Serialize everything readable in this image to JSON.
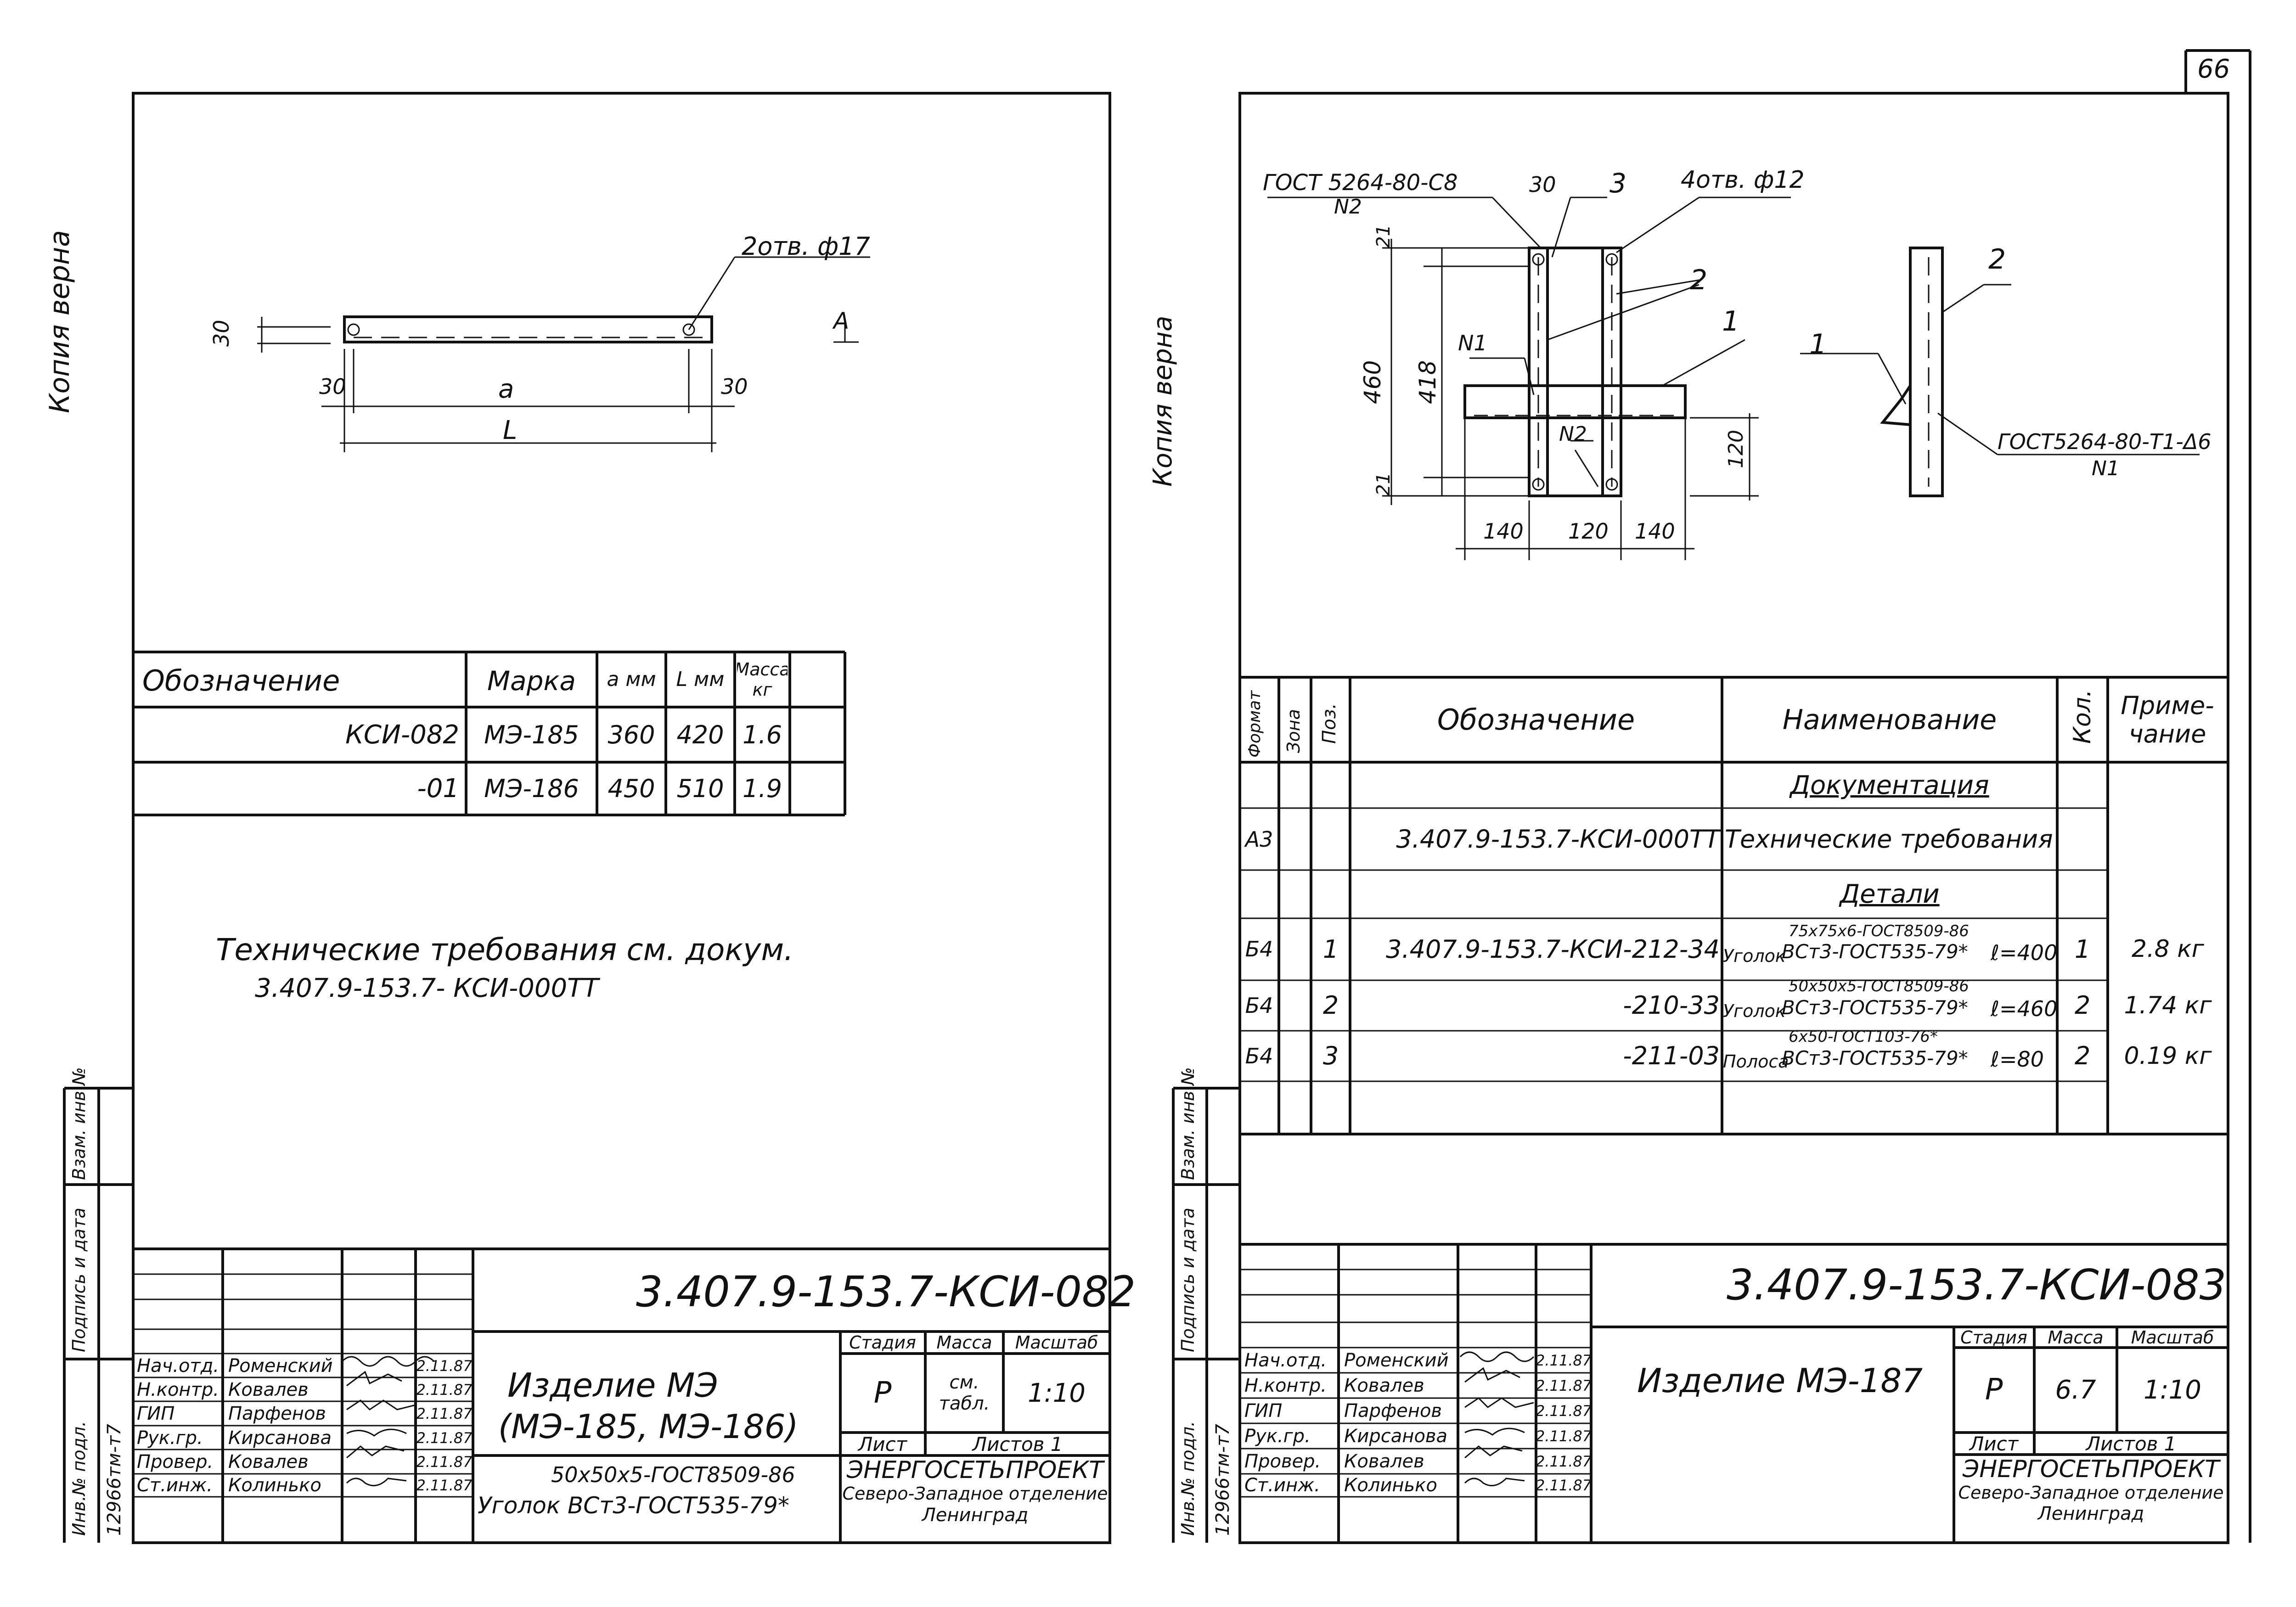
{
  "page_number": "66",
  "left_sheet": {
    "side_stamp": "Копия верна",
    "drawing": {
      "holes_label": "2отв. ф17",
      "dim_height": "30",
      "dim_left_edge": "30",
      "dim_a": "a",
      "dim_right_edge": "30",
      "dim_L": "L",
      "view_mark": "А"
    },
    "table": {
      "headers": [
        "Обозначение",
        "Марка",
        "a мм",
        "L мм",
        "Масса кг"
      ],
      "rows": [
        [
          "КСИ-082",
          "МЭ-185",
          "360",
          "420",
          "1.6"
        ],
        [
          "-01",
          "МЭ-186",
          "450",
          "510",
          "1.9"
        ]
      ]
    },
    "note_line1": "Технические требования см. докум.",
    "note_line2": "3.407.9-153.7- КСИ-000ТТ",
    "side_columns": [
      "Инв.№ подл.",
      "Подпись и дата",
      "Взам. инв.№"
    ],
    "inv_number": "12966тм-т7",
    "title_block": {
      "code": "3.407.9-153.7-КСИ-082",
      "name_line1": "Изделие МЭ",
      "name_line2": "(МЭ-185, МЭ-186)",
      "material_line1": "50x50x5-ГОСТ8509-86",
      "material_line2": "Уголок ВСт3-ГОСТ535-79*",
      "stage_label": "Стадия",
      "mass_label": "Масса",
      "scale_label": "Масштаб",
      "stage": "Р",
      "mass": "см. табл.",
      "scale": "1:10",
      "sheet_label": "Лист",
      "sheets_label": "Листов 1",
      "org1": "ЭНЕРГОСЕТЬПРОЕКТ",
      "org2": "Северо-Западное отделение",
      "org3": "Ленинград",
      "staff": [
        {
          "role": "Нач.отд.",
          "name": "Роменский",
          "date": "2.11.87"
        },
        {
          "role": "Н.контр.",
          "name": "Ковалев",
          "date": "2.11.87"
        },
        {
          "role": "ГИП",
          "name": "Парфенов",
          "date": "2.11.87"
        },
        {
          "role": "Рук.гр.",
          "name": "Кирсанова",
          "date": "2.11.87"
        },
        {
          "role": "Провер.",
          "name": "Ковалев",
          "date": "2.11.87"
        },
        {
          "role": "Ст.инж.",
          "name": "Колинько",
          "date": "2.11.87"
        }
      ]
    }
  },
  "right_sheet": {
    "side_stamp": "Копия верна",
    "drawing": {
      "weld_label1": "ГОСТ 5264-80-С8",
      "weld_label1b": "N2",
      "dim_30": "30",
      "pos3": "3",
      "holes_label": "4отв. ф12",
      "pos2": "2",
      "pos1": "1",
      "n1": "N1",
      "n2": "N2",
      "dim_21_top": "21",
      "dim_460": "460",
      "dim_418": "418",
      "dim_21_bottom": "21",
      "dim_120_v": "120",
      "dim_140_left": "140",
      "dim_120_h": "120",
      "dim_140_right": "140",
      "side_pos2": "2",
      "side_pos1": "1",
      "weld_label2": "ГОСТ5264-80-Т1-Δ6",
      "weld_label2b": "N1"
    },
    "spec": {
      "headers": [
        "Формат",
        "Зона",
        "Поз.",
        "Обозначение",
        "Наименование",
        "Кол.",
        "Приме-чание"
      ],
      "section_doc": "Документация",
      "doc_row": {
        "format": "А3",
        "designation": "3.407.9-153.7-КСИ-000ТТ",
        "name": "Технические требования"
      },
      "section_parts": "Детали",
      "rows": [
        {
          "format": "Б4",
          "pos": "1",
          "designation": "3.407.9-153.7-КСИ-212-34",
          "name_top": "75x75x6-ГОСТ8509-86",
          "name_prefix": "Уголок",
          "name_bottom": "ВСт3-ГОСТ535-79*",
          "length": "ℓ=400",
          "qty": "1",
          "note": "2.8 кг"
        },
        {
          "format": "Б4",
          "pos": "2",
          "designation": "-210-33",
          "name_top": "50x50x5-ГОСТ8509-86",
          "name_prefix": "Уголок",
          "name_bottom": "ВСт3-ГОСТ535-79*",
          "length": "ℓ=460",
          "qty": "2",
          "note": "1.74 кг"
        },
        {
          "format": "Б4",
          "pos": "3",
          "designation": "-211-03",
          "name_top": "6x50-ГОСТ103-76*",
          "name_prefix": "Полоса",
          "name_bottom": "ВСт3-ГОСТ535-79*",
          "length": "ℓ=80",
          "qty": "2",
          "note": "0.19 кг"
        }
      ]
    },
    "side_columns": [
      "Инв.№ подл.",
      "Подпись и дата",
      "Взам. инв.№"
    ],
    "inv_number": "12966тм-т7",
    "title_block": {
      "code": "3.407.9-153.7-КСИ-083",
      "name": "Изделие МЭ-187",
      "stage_label": "Стадия",
      "mass_label": "Масса",
      "scale_label": "Масштаб",
      "stage": "Р",
      "mass": "6.7",
      "scale": "1:10",
      "sheet_label": "Лист",
      "sheets_label": "Листов 1",
      "org1": "ЭНЕРГОСЕТЬПРОЕКТ",
      "org2": "Северо-Западное отделение",
      "org3": "Ленинград",
      "staff": [
        {
          "role": "Нач.отд.",
          "name": "Роменский",
          "date": "2.11.87"
        },
        {
          "role": "Н.контр.",
          "name": "Ковалев",
          "date": "2.11.87"
        },
        {
          "role": "ГИП",
          "name": "Парфенов",
          "date": "2.11.87"
        },
        {
          "role": "Рук.гр.",
          "name": "Кирсанова",
          "date": "2.11.87"
        },
        {
          "role": "Провер.",
          "name": "Ковалев",
          "date": "2.11.87"
        },
        {
          "role": "Ст.инж.",
          "name": "Колинько",
          "date": "2.11.87"
        }
      ]
    }
  }
}
